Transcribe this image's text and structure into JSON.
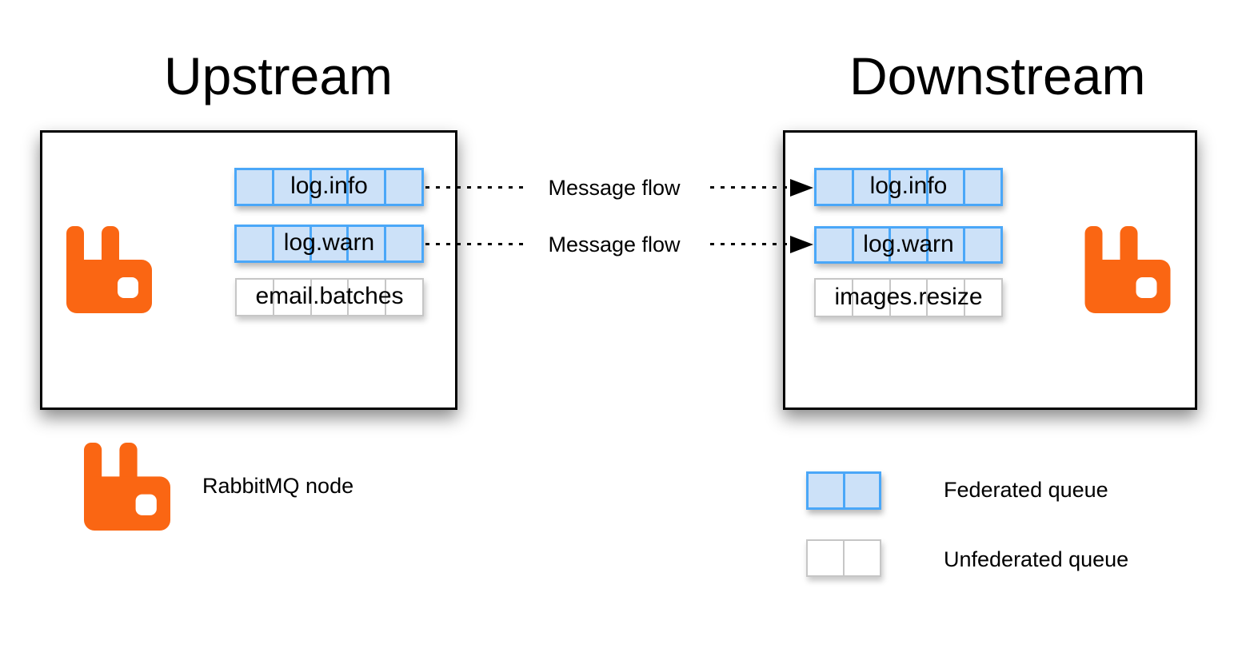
{
  "colors": {
    "federated_fill": "#CCE1F8",
    "federated_border": "#4AA7F8",
    "unfederated_border": "#C6C6C6",
    "rabbit_orange": "#FA6613",
    "line_black": "#000000"
  },
  "upstream": {
    "title": "Upstream",
    "queues": [
      {
        "label": "log.info",
        "federated": true
      },
      {
        "label": "log.warn",
        "federated": true
      },
      {
        "label": "email.batches",
        "federated": false
      }
    ]
  },
  "downstream": {
    "title": "Downstream",
    "queues": [
      {
        "label": "log.info",
        "federated": true
      },
      {
        "label": "log.warn",
        "federated": true
      },
      {
        "label": "images.resize",
        "federated": false
      }
    ]
  },
  "flows": [
    {
      "label": "Message flow"
    },
    {
      "label": "Message flow"
    }
  ],
  "legend": {
    "node": {
      "label": "RabbitMQ node"
    },
    "federated": {
      "label": "Federated queue"
    },
    "unfederated": {
      "label": "Unfederated queue"
    }
  },
  "icons": {
    "rabbitmq": "rabbitmq-logo",
    "arrowhead": "black-right-triangle"
  }
}
